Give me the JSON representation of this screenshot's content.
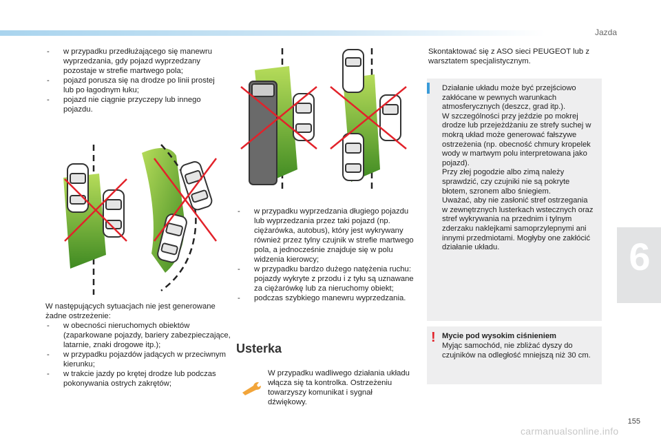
{
  "header": {
    "section": "Jazda"
  },
  "chapter": {
    "number": "6"
  },
  "page": {
    "number": "155",
    "watermark": "carmanualsonline.info"
  },
  "col1_top_list": [
    "w przypadku przedłużającego się manewru wyprzedzania, gdy pojazd wyprzedzany pozostaje w strefie martwego pola;",
    "pojazd porusza się na drodze po linii prostej lub po łagodnym łuku;",
    "pojazd nie ciągnie przyczepy lub innego pojazdu."
  ],
  "col1_bottom": {
    "intro": "W następujących sytuacjach nie jest generowane żadne ostrzeżenie:",
    "items": [
      "w obecności nieruchomych obiektów (zaparkowane pojazdy, bariery zabezpieczające, latarnie, znaki drogowe itp.);",
      "w przypadku pojazdów jadących w przeciwnym kierunku;",
      "w trakcie jazdy po krętej drodze lub podczas pokonywania ostrych zakrętów;"
    ]
  },
  "col2_list": [
    "w przypadku wyprzedzania długiego pojazdu lub wyprzedzania przez taki pojazd (np. ciężarówka, autobus), który jest wykrywany również przez tylny czujnik w strefie martwego pola, a jednocześnie znajduje się w polu widzenia kierowcy;",
    "w przypadku bardzo dużego natężenia ruchu: pojazdy wykryte z przodu i z tyłu są uznawane za ciężarówkę lub za nieruchomy obiekt;",
    "podczas szybkiego manewru wyprzedzania."
  ],
  "fault": {
    "title": "Usterka",
    "icon": "wrench-icon",
    "text": "W przypadku wadliwego działania układu włącza się ta kontrolka. Ostrzeżeniu towarzyszy komunikat i sygnał dźwiękowy."
  },
  "col3": {
    "contact": "Skontaktować się z ASO sieci PEUGEOT lub z warsztatem specjalistycznym.",
    "info": "Działanie układu może być przejściowo zakłócane w pewnych warunkach atmosferycznych (deszcz, grad itp.).\nW szczególności przy jeździe po mokrej drodze lub przejeżdżaniu ze strefy suchej w mokrą układ może generować fałszywe ostrzeżenia (np. obecność chmury kropelek wody w martwym polu interpretowana jako pojazd).\nPrzy złej pogodzie albo zimą należy sprawdzić, czy czujniki nie są pokryte błotem, szronem albo śniegiem.\nUważać, aby nie zasłonić stref ostrzegania w zewnętrznych lusterkach wstecznych oraz stref wykrywania na przednim i tylnym zderzaku naklejkami samoprzylepnymi ani innymi przedmiotami. Mogłyby one zakłócić działanie układu.",
    "warning_title": "Mycie pod wysokim ciśnieniem",
    "warning_text": "Myjąc samochód, nie zbliżać dyszy do czujników na odległość mniejszą niż 30 cm."
  },
  "colors": {
    "accent_blue": "#3a9bd8",
    "warning_red": "#e2222a",
    "zone_green": "#4e9a2a",
    "box_grey": "#eeeeef"
  }
}
